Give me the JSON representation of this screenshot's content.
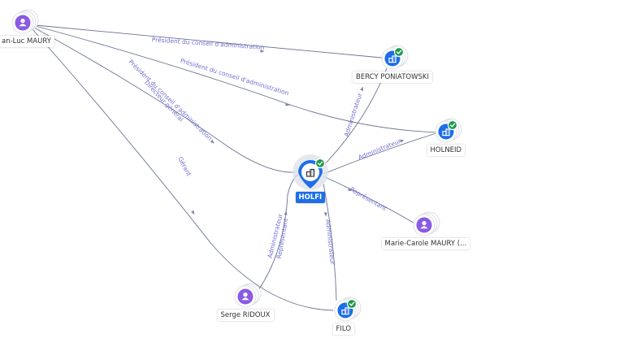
{
  "colors": {
    "company": "#1e6ee8",
    "person": "#8a5ae6",
    "check": "#1f9a4e",
    "edge": "#6b7391",
    "edge_label": "#6f6fd0"
  },
  "nodes": [
    {
      "id": "jlm",
      "label": "an-Luc MAURY",
      "kind": "person",
      "icon": "person-icon",
      "verified": false
    },
    {
      "id": "bercy",
      "label": "BERCY PONIATOWSKI",
      "kind": "company",
      "icon": "building-icon",
      "verified": true
    },
    {
      "id": "holneid",
      "label": "HOLNEID",
      "kind": "company",
      "icon": "building-icon",
      "verified": true
    },
    {
      "id": "holfi",
      "label": "HOLFI",
      "kind": "company-main",
      "icon": "building-icon",
      "verified": true
    },
    {
      "id": "mcm",
      "label": "Marie-Carole MAURY (...",
      "kind": "person",
      "icon": "person-icon",
      "verified": false
    },
    {
      "id": "serge",
      "label": "Serge RIDOUX",
      "kind": "person",
      "icon": "person-icon",
      "verified": false
    },
    {
      "id": "filo",
      "label": "FILO",
      "kind": "company",
      "icon": "building-icon",
      "verified": true
    }
  ],
  "edges": [
    {
      "id": "e1",
      "from": "jlm",
      "to": "bercy",
      "label": "Président du conseil d'administration"
    },
    {
      "id": "e2",
      "from": "jlm",
      "to": "holneid",
      "label": "Président du conseil d'administration"
    },
    {
      "id": "e3",
      "from": "jlm",
      "to": "holfi",
      "label": "Président du conseil d'administration"
    },
    {
      "id": "e3b",
      "from": "jlm",
      "to": "holfi",
      "label": "Directeur général"
    },
    {
      "id": "e4",
      "from": "jlm",
      "to": "filo",
      "label": "Gérant"
    },
    {
      "id": "e5",
      "from": "holfi",
      "to": "bercy",
      "label": "Administrateur"
    },
    {
      "id": "e6",
      "from": "holfi",
      "to": "holneid",
      "label": "Administrateur"
    },
    {
      "id": "e7",
      "from": "holfi",
      "to": "mcm",
      "label": "Représentant"
    },
    {
      "id": "e8",
      "from": "serge",
      "to": "holfi",
      "label": "Administrateur"
    },
    {
      "id": "e8b",
      "from": "serge",
      "to": "holfi",
      "label": "Représentant"
    },
    {
      "id": "e9",
      "from": "holfi",
      "to": "filo",
      "label": "Administrateur"
    }
  ]
}
